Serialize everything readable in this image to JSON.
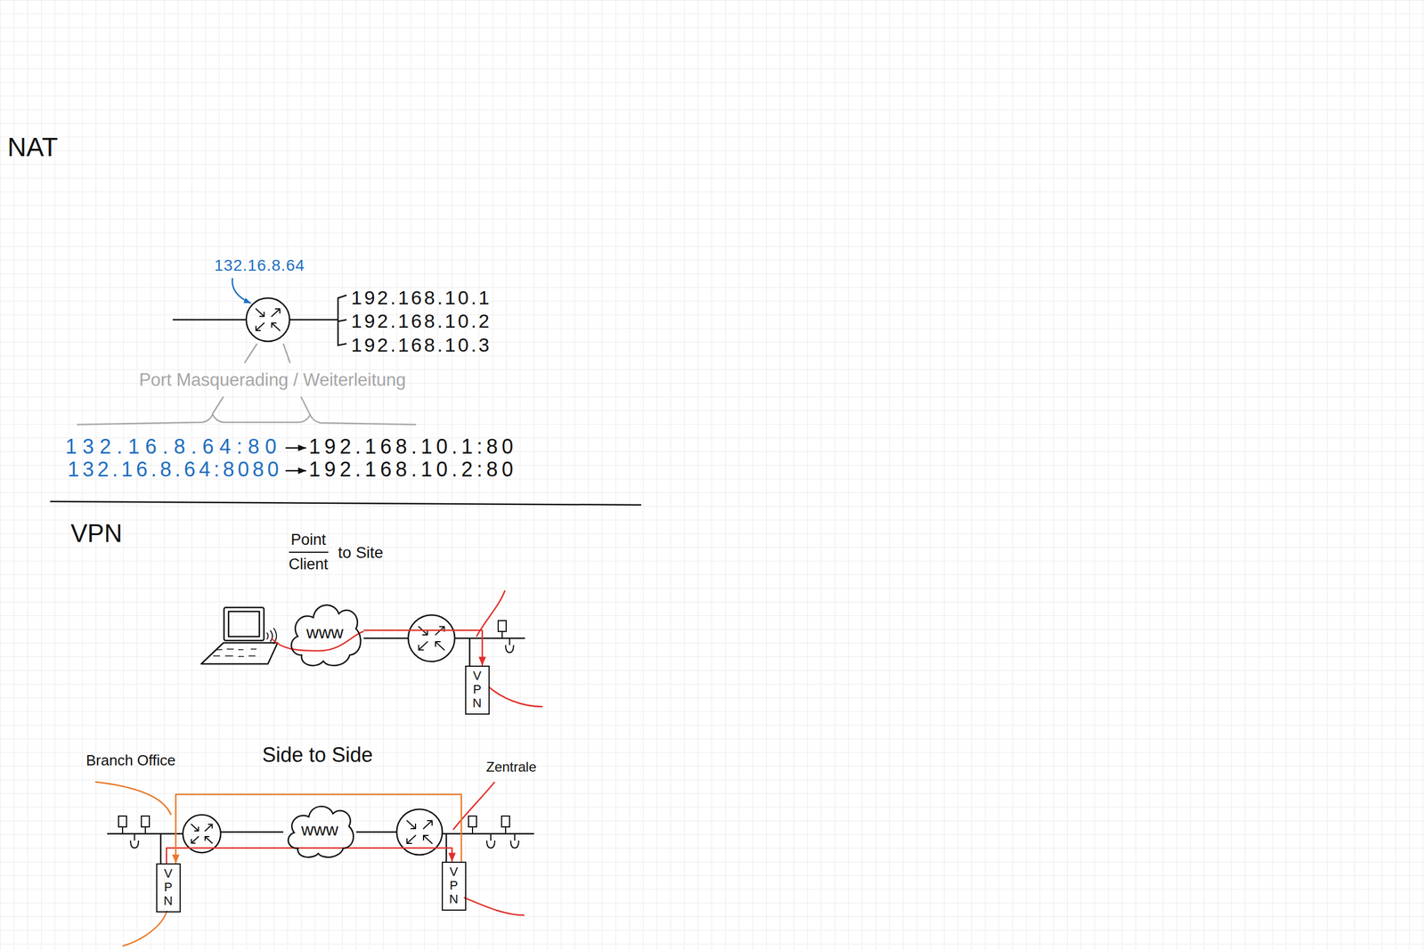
{
  "diagram": {
    "nodes": [
      {
        "text": [
          "www"
        ]
      },
      {
        "text": [
          "VPN"
        ]
      },
      {
        "text": [
          "VPN"
        ]
      },
      {
        "text": [
          "www"
        ]
      },
      {
        "text": [
          "VPN"
        ]
      }
    ],
    "edges": [
      {
        "from": 0,
        "to": 1,
        "arrow": "to"
      },
      {
        "from": 2,
        "to": 4,
        "arrow": "to"
      },
      {
        "from": 4,
        "to": 2,
        "arrow": "to"
      }
    ],
    "labels": [
      "NAT",
      "132.16.8.64",
      "192.168.10.1",
      "192.168.10.2",
      "192.168.10.3",
      "Port Masquerading / Weiterleitung",
      "132.16.8.64:80",
      "192.168.10.1:80",
      "132.16.8.64:8080",
      "192.168.10.2:80",
      "VPN",
      "Point",
      "Client",
      "to Site",
      "Side to Side",
      "Branch Office",
      "Zentrale"
    ]
  }
}
